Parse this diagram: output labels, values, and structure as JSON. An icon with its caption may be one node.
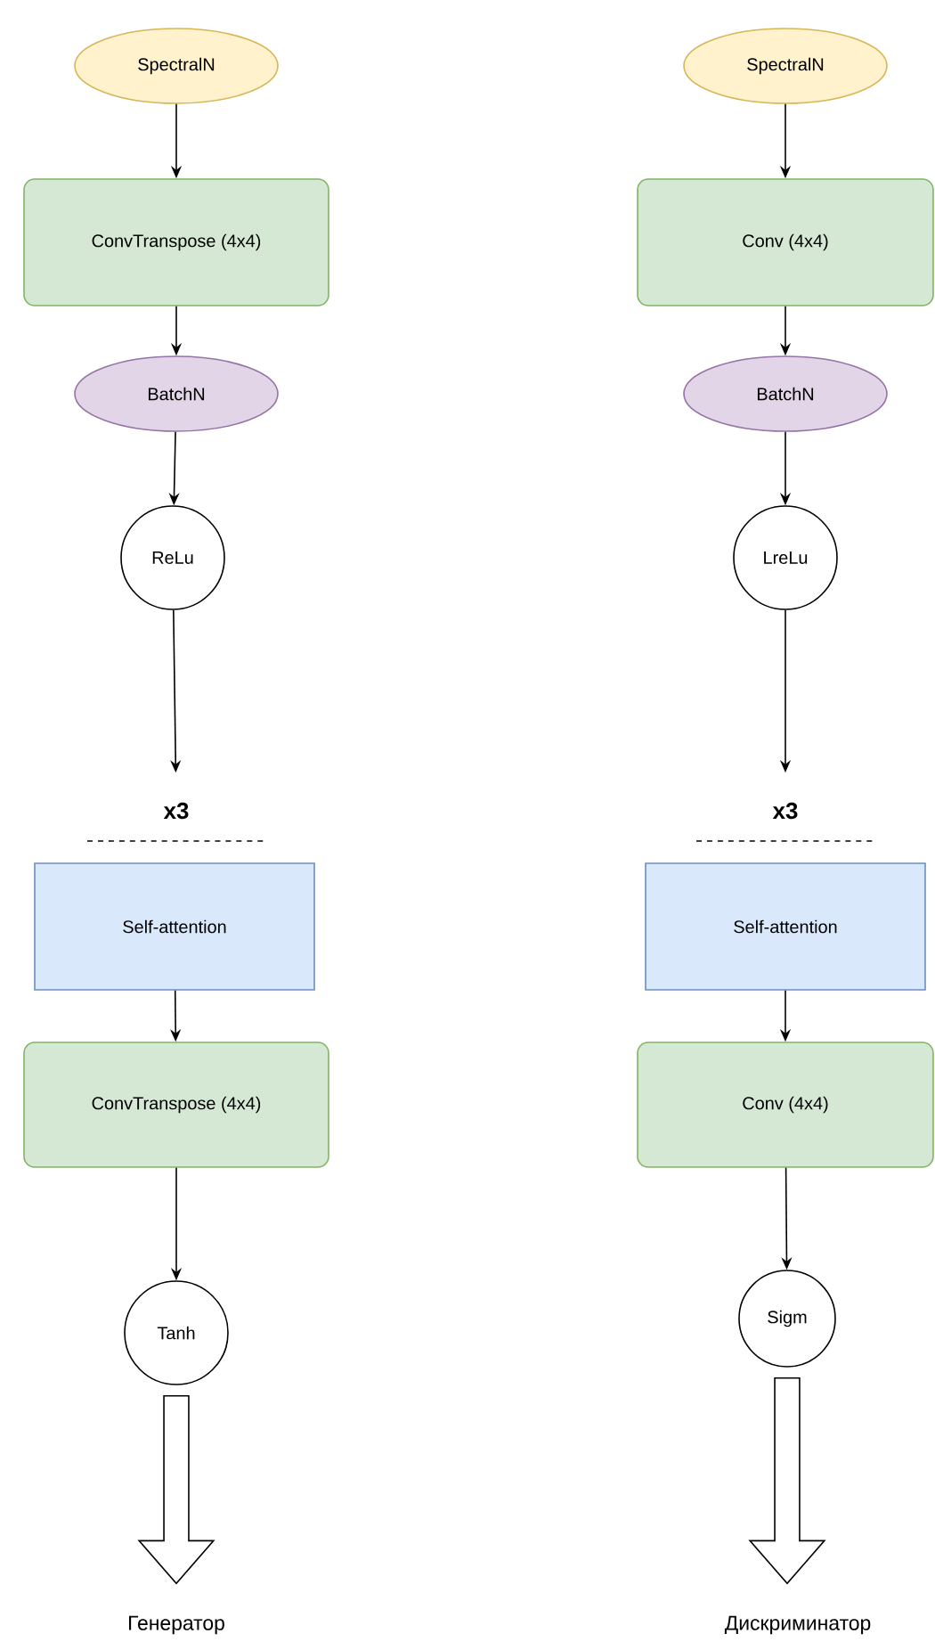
{
  "diagram": {
    "nodes": [
      {
        "text": [
          "SpectralN"
        ]
      },
      {
        "text": [
          "ConvTranspose (4x4)"
        ]
      },
      {
        "text": [
          "BatchN"
        ]
      },
      {
        "text": [
          "ReLu"
        ]
      },
      {
        "text": [
          "x3"
        ]
      },
      {
        "text": [
          "Self-attention"
        ]
      },
      {
        "text": [
          "ConvTranspose (4x4)"
        ]
      },
      {
        "text": [
          "Tanh"
        ]
      },
      {
        "text": [
          "Генератор"
        ]
      },
      {
        "text": [
          "SpectralN"
        ]
      },
      {
        "text": [
          "Conv (4x4)"
        ]
      },
      {
        "text": [
          "BatchN"
        ]
      },
      {
        "text": [
          "LreLu"
        ]
      },
      {
        "text": [
          "x3"
        ]
      },
      {
        "text": [
          "Self-attention"
        ]
      },
      {
        "text": [
          "Conv (4x4)"
        ]
      },
      {
        "text": [
          "Sigm"
        ]
      },
      {
        "text": [
          "Дискриминатор"
        ]
      }
    ],
    "edges": [
      {
        "from": 0,
        "to": 1,
        "arrow": "to"
      },
      {
        "from": 1,
        "to": 2,
        "arrow": "to"
      },
      {
        "from": 2,
        "to": 3,
        "arrow": "to"
      },
      {
        "from": 3,
        "to": 4,
        "arrow": "to"
      },
      {
        "from": 5,
        "to": 6,
        "arrow": "to"
      },
      {
        "from": 6,
        "to": 7,
        "arrow": "to"
      },
      {
        "from": 7,
        "to": 8,
        "arrow": "to",
        "style": "thick"
      },
      {
        "from": 9,
        "to": 10,
        "arrow": "to"
      },
      {
        "from": 10,
        "to": 11,
        "arrow": "to"
      },
      {
        "from": 11,
        "to": 12,
        "arrow": "to"
      },
      {
        "from": 12,
        "to": 13,
        "arrow": "to"
      },
      {
        "from": 14,
        "to": 15,
        "arrow": "to"
      },
      {
        "from": 15,
        "to": 16,
        "arrow": "to"
      },
      {
        "from": 16,
        "to": 17,
        "arrow": "to",
        "style": "thick"
      }
    ]
  }
}
